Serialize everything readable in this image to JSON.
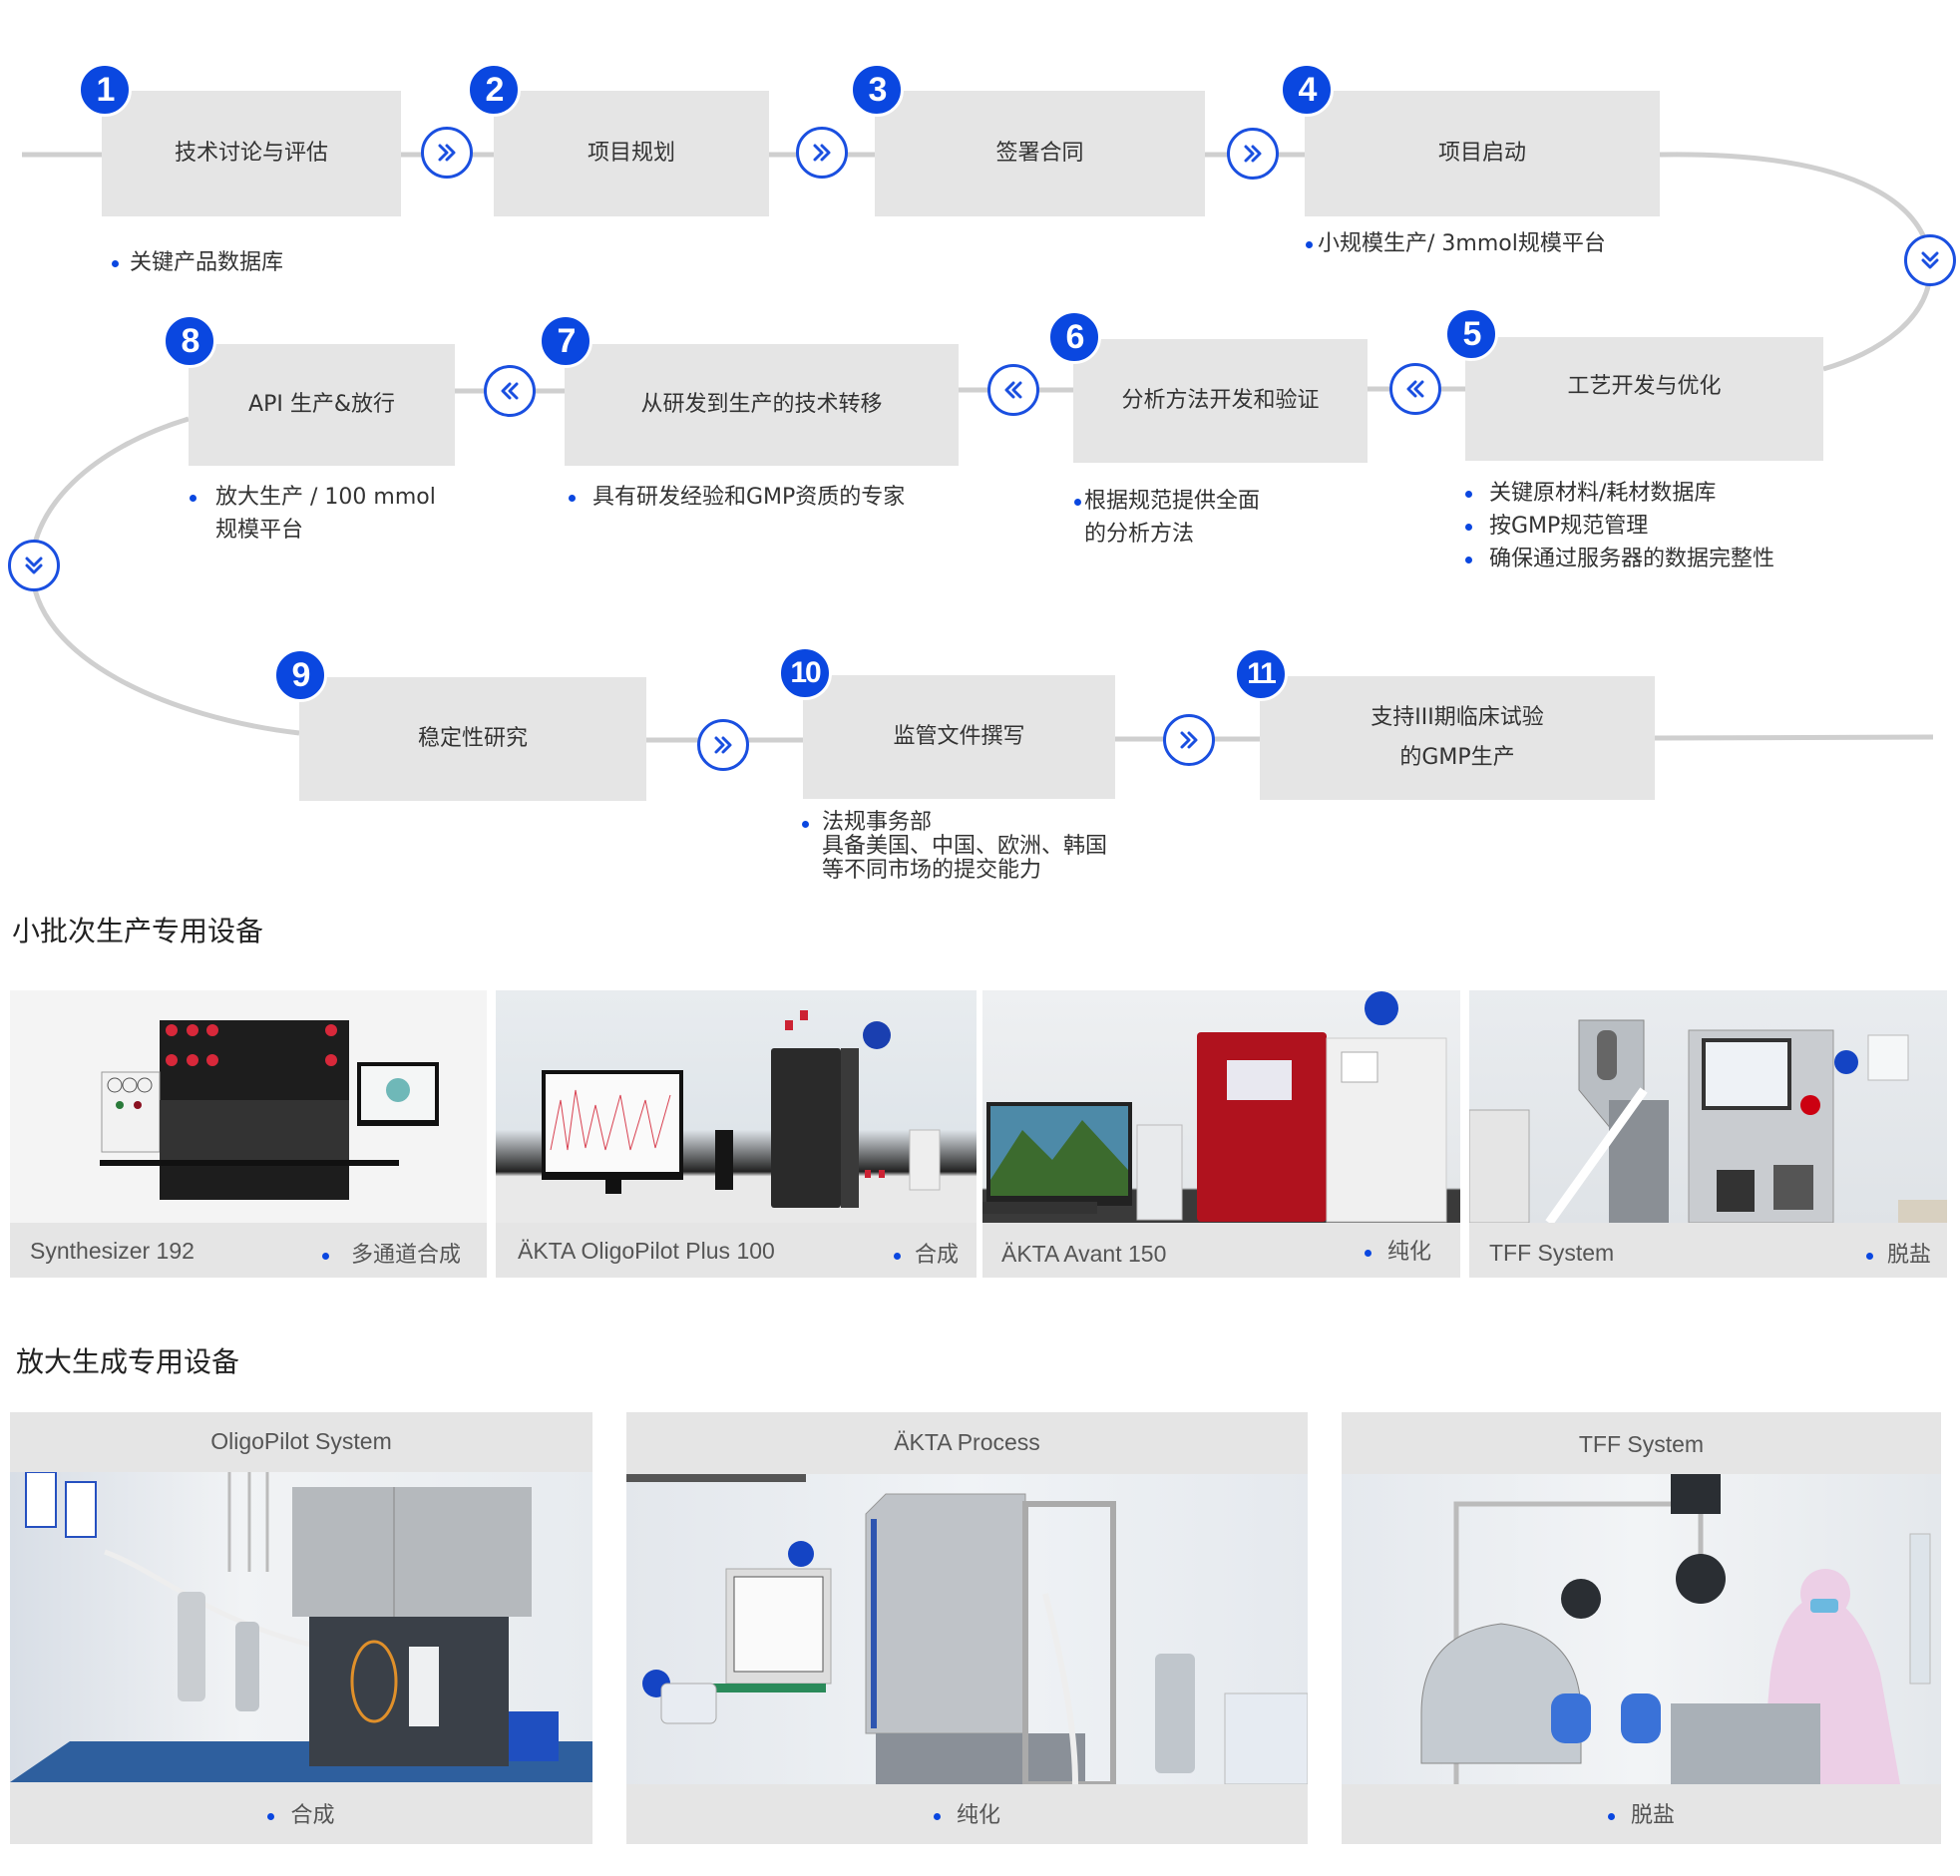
{
  "process": {
    "steps": [
      {
        "num": "1",
        "title": "技术讨论与评估",
        "notes": [
          "关键产品数据库"
        ]
      },
      {
        "num": "2",
        "title": "项目规划",
        "notes": []
      },
      {
        "num": "3",
        "title": "签署合同",
        "notes": []
      },
      {
        "num": "4",
        "title": "项目启动",
        "notes": [
          "小规模生产/ 3mmol规模平台"
        ]
      },
      {
        "num": "5",
        "title": "工艺开发与优化",
        "notes": [
          "关键原材料/耗材数据库",
          "按GMP规范管理",
          "确保通过服务器的数据完整性"
        ]
      },
      {
        "num": "6",
        "title": "分析方法开发和验证",
        "notes": [
          "根据规范提供全面",
          "的分析方法"
        ]
      },
      {
        "num": "7",
        "title": "从研发到生产的技术转移",
        "notes": [
          "具有研发经验和GMP资质的专家"
        ]
      },
      {
        "num": "8",
        "title": "API 生产&放行",
        "notes": [
          "放大生产 / 100 mmol",
          "规模平台"
        ]
      },
      {
        "num": "9",
        "title": "稳定性研究",
        "notes": []
      },
      {
        "num": "10",
        "title": "监管文件撰写",
        "notes": [
          "法规事务部",
          "具备美国、中国、欧洲、韩国",
          "等不同市场的提交能力"
        ]
      },
      {
        "num": "11",
        "title_lines": [
          "支持III期临床试验",
          "的GMP生产"
        ],
        "notes": []
      }
    ],
    "connector_icons": {
      "forward": "double-chevron-right-icon",
      "backward": "double-chevron-left-icon",
      "down": "double-chevron-down-icon"
    }
  },
  "small_batch": {
    "title": "小批次生产专用设备",
    "items": [
      {
        "name": "Synthesizer 192",
        "tag": "多通道合成"
      },
      {
        "name": "ÄKTA OligoPilot Plus 100",
        "tag": "合成"
      },
      {
        "name": "ÄKTA Avant 150",
        "tag": "纯化"
      },
      {
        "name": "TFF System",
        "tag": "脱盐"
      }
    ]
  },
  "scale_up": {
    "title": "放大生成专用设备",
    "items": [
      {
        "name": "OligoPilot System",
        "tag": "合成"
      },
      {
        "name": "ÄKTA Process",
        "tag": "纯化"
      },
      {
        "name": "TFF System",
        "tag": "脱盐"
      }
    ]
  },
  "colors": {
    "accent": "#0a47e0",
    "box_bg": "#e5e5e5",
    "connector_line": "#cccccc"
  }
}
